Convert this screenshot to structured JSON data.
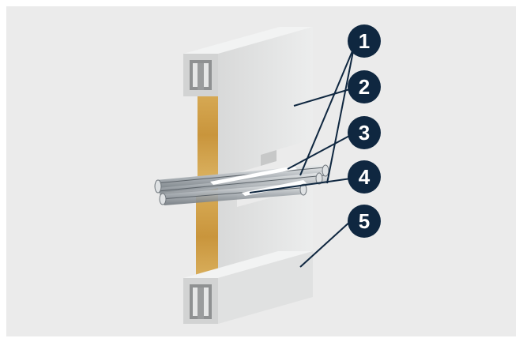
{
  "diagram": {
    "colors": {
      "panel_bg": "#ebebeb",
      "callout_fill": "#0f2740",
      "leader_line": "#0f2740",
      "board_light": "#e2e3e3",
      "board_mid": "#cfd0d0",
      "board_dark": "#a7a9aa",
      "insulation": "#d7a74e",
      "cable_metal": "#b0b6bb",
      "sealing_strip": "#ffffff"
    },
    "callouts": [
      {
        "number": "1",
        "target": "cable-conductors"
      },
      {
        "number": "2",
        "target": "upper-wall-board"
      },
      {
        "number": "3",
        "target": "sealing-tape-upper"
      },
      {
        "number": "4",
        "target": "sealing-tape-lower"
      },
      {
        "number": "5",
        "target": "lower-wall-board"
      }
    ]
  }
}
